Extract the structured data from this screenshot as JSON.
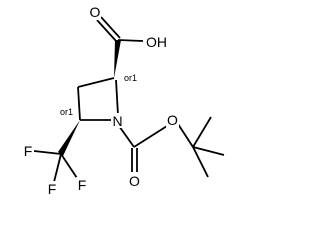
{
  "molecule": {
    "atom_labels": {
      "o_carbonyl_acid": "O",
      "oh_acid": "OH",
      "n_ring": "N",
      "o_carbonyl_boc": "O",
      "o_ester_boc": "O",
      "f_1": "F",
      "f_2": "F",
      "f_3": "F"
    },
    "stereo_labels": {
      "c2": "or1",
      "c4": "or1"
    }
  }
}
